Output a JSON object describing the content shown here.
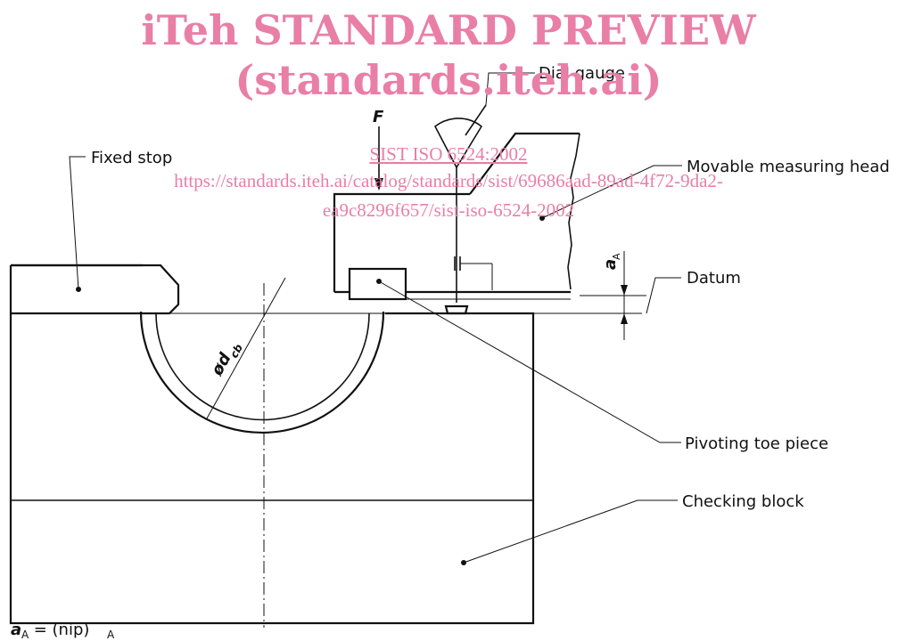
{
  "watermark": {
    "title": "iTeh STANDARD PREVIEW",
    "site": "(standards.iteh.ai)",
    "standard_ref": "SIST ISO 6524:2002",
    "url_line1": "https://standards.iteh.ai/catalog/standards/sist/69686aad-89ad-4f72-9da2-",
    "url_line2": "ea9c8296f657/sist-iso-6524-2002",
    "color": "#e97fa5"
  },
  "labels": {
    "dial_gauge": "Dial gauge",
    "fixed_stop": "Fixed stop",
    "movable_measuring_head": "Movable measuring head",
    "datum": "Datum",
    "pivoting_toe_piece": "Pivoting toe piece",
    "checking_block": "Checking block",
    "force": "F",
    "diameter_main": "ød",
    "diameter_sub": "cb",
    "aA_main": "a",
    "aA_sub": "A"
  },
  "formula": {
    "lhs_main": "a",
    "lhs_sub": "A",
    "equals": " = (nip)",
    "rhs_sub": "A"
  },
  "colors": {
    "ink": "#111111",
    "paper": "#ffffff"
  }
}
